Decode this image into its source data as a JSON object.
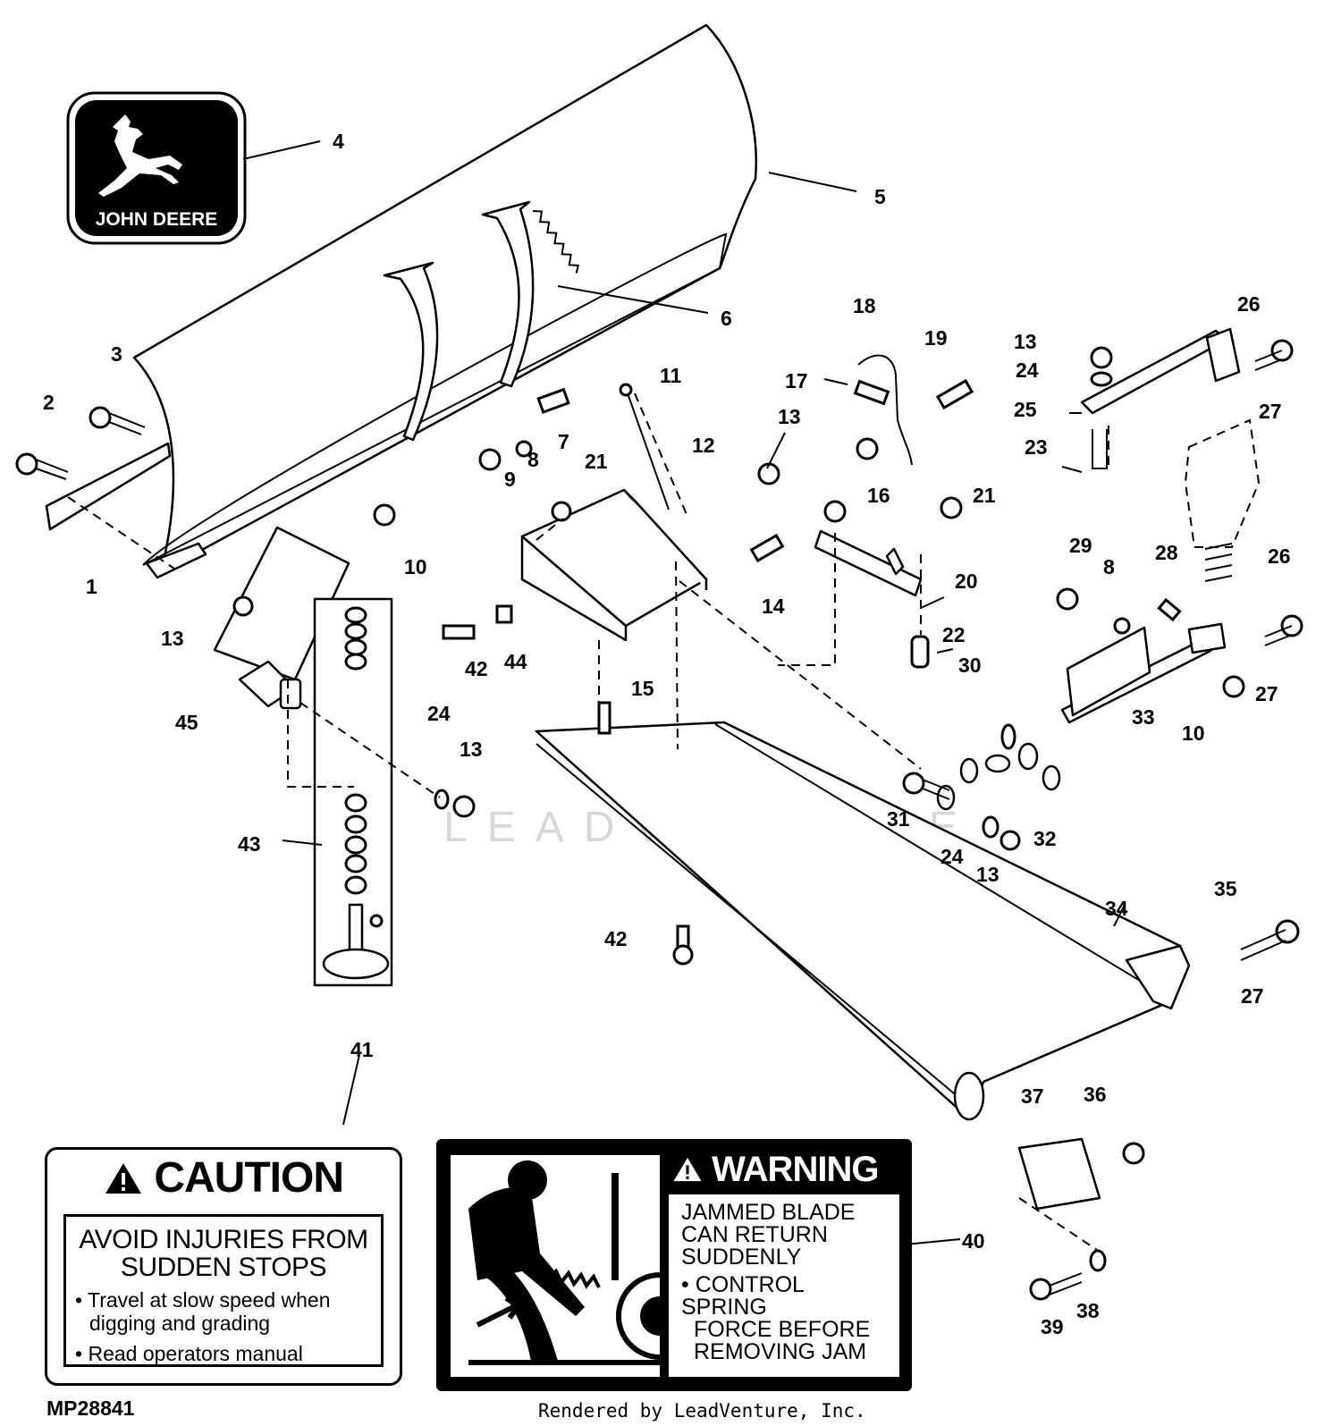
{
  "logo": {
    "brand_text": "JOHN DEERE",
    "icon": "leaping-deer-icon"
  },
  "callouts": {
    "c1": "1",
    "c2": "2",
    "c3": "3",
    "c4": "4",
    "c5": "5",
    "c6": "6",
    "c7": "7",
    "c8a": "8",
    "c8b": "8",
    "c9": "9",
    "c10a": "10",
    "c10b": "10",
    "c11": "11",
    "c12": "12",
    "c13a": "13",
    "c13b": "13",
    "c13c": "13",
    "c13d": "13",
    "c13e": "13",
    "c14": "14",
    "c15": "15",
    "c16": "16",
    "c17": "17",
    "c18": "18",
    "c19": "19",
    "c20": "20",
    "c21a": "21",
    "c21b": "21",
    "c22": "22",
    "c23": "23",
    "c24a": "24",
    "c24b": "24",
    "c24c": "24",
    "c25": "25",
    "c26a": "26",
    "c26b": "26",
    "c27a": "27",
    "c27b": "27",
    "c27c": "27",
    "c28": "28",
    "c29": "29",
    "c30": "30",
    "c31": "31",
    "c32": "32",
    "c33": "33",
    "c34": "34",
    "c35": "35",
    "c36": "36",
    "c37": "37",
    "c38": "38",
    "c39": "39",
    "c40": "40",
    "c41": "41",
    "c42a": "42",
    "c42b": "42",
    "c43": "43",
    "c44": "44",
    "c45": "45"
  },
  "caution": {
    "title": "CAUTION",
    "heading": "AVOID INJURIES FROM SUDDEN STOPS",
    "bullets": [
      "Travel at slow speed when digging and grading",
      "Read operators manual"
    ]
  },
  "warning": {
    "title": "WARNING",
    "line1": "JAMMED BLADE",
    "line2": "CAN RETURN",
    "line3": "SUDDENLY",
    "line4": "CONTROL SPRING",
    "line5": "FORCE BEFORE",
    "line6": "REMOVING JAM"
  },
  "footer": {
    "code": "MP28841",
    "credit": "Rendered by LeadVenture, Inc."
  },
  "watermark": "LEADVENTURE"
}
